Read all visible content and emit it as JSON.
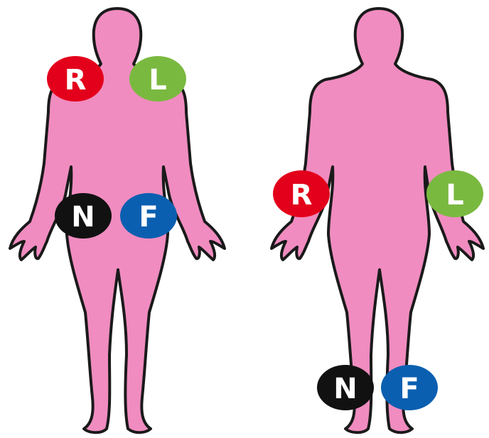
{
  "colors": {
    "body_fill": "#f08cc0",
    "body_outline": "#1a1a1a",
    "red": "#e3001b",
    "green": "#7ab940",
    "black": "#111111",
    "blue": "#0b5fb0"
  },
  "figures": {
    "arms_placement": {
      "electrodes": {
        "r": {
          "label": "R",
          "color": "red"
        },
        "l": {
          "label": "L",
          "color": "green"
        },
        "n": {
          "label": "N",
          "color": "black"
        },
        "f": {
          "label": "F",
          "color": "blue"
        }
      }
    },
    "limbs_placement": {
      "electrodes": {
        "r": {
          "label": "R",
          "color": "red"
        },
        "l": {
          "label": "L",
          "color": "green"
        },
        "n": {
          "label": "N",
          "color": "black"
        },
        "f": {
          "label": "F",
          "color": "blue"
        }
      }
    }
  }
}
